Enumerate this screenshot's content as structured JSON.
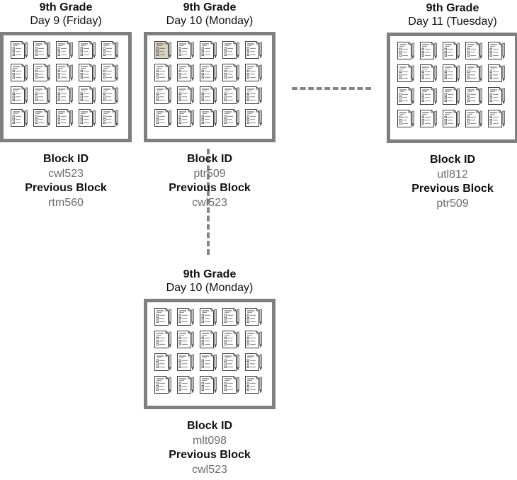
{
  "labels": {
    "block_id": "Block ID",
    "previous_block": "Previous Block"
  },
  "blocks": [
    {
      "grade": "9th Grade",
      "day": "Day 9 (Friday)",
      "block_id": "cwl523",
      "previous_block": "rtm560"
    },
    {
      "grade": "9th Grade",
      "day": "Day 10 (Monday)",
      "block_id": "ptr509",
      "previous_block": "cwl523"
    },
    {
      "grade": "9th Grade",
      "day": "Day 11 (Tuesday)",
      "block_id": "utl812",
      "previous_block": "ptr509"
    },
    {
      "grade": "9th Grade",
      "day": "Day 10 (Monday)",
      "block_id": "mlt098",
      "previous_block": "cwl523"
    }
  ],
  "icon": "worksheet-icon",
  "colors": {
    "frame": "#7f7f7f",
    "connector": "#808784",
    "value_text": "#6c6c6c",
    "highlight_sheet": "#d8d2bf"
  }
}
